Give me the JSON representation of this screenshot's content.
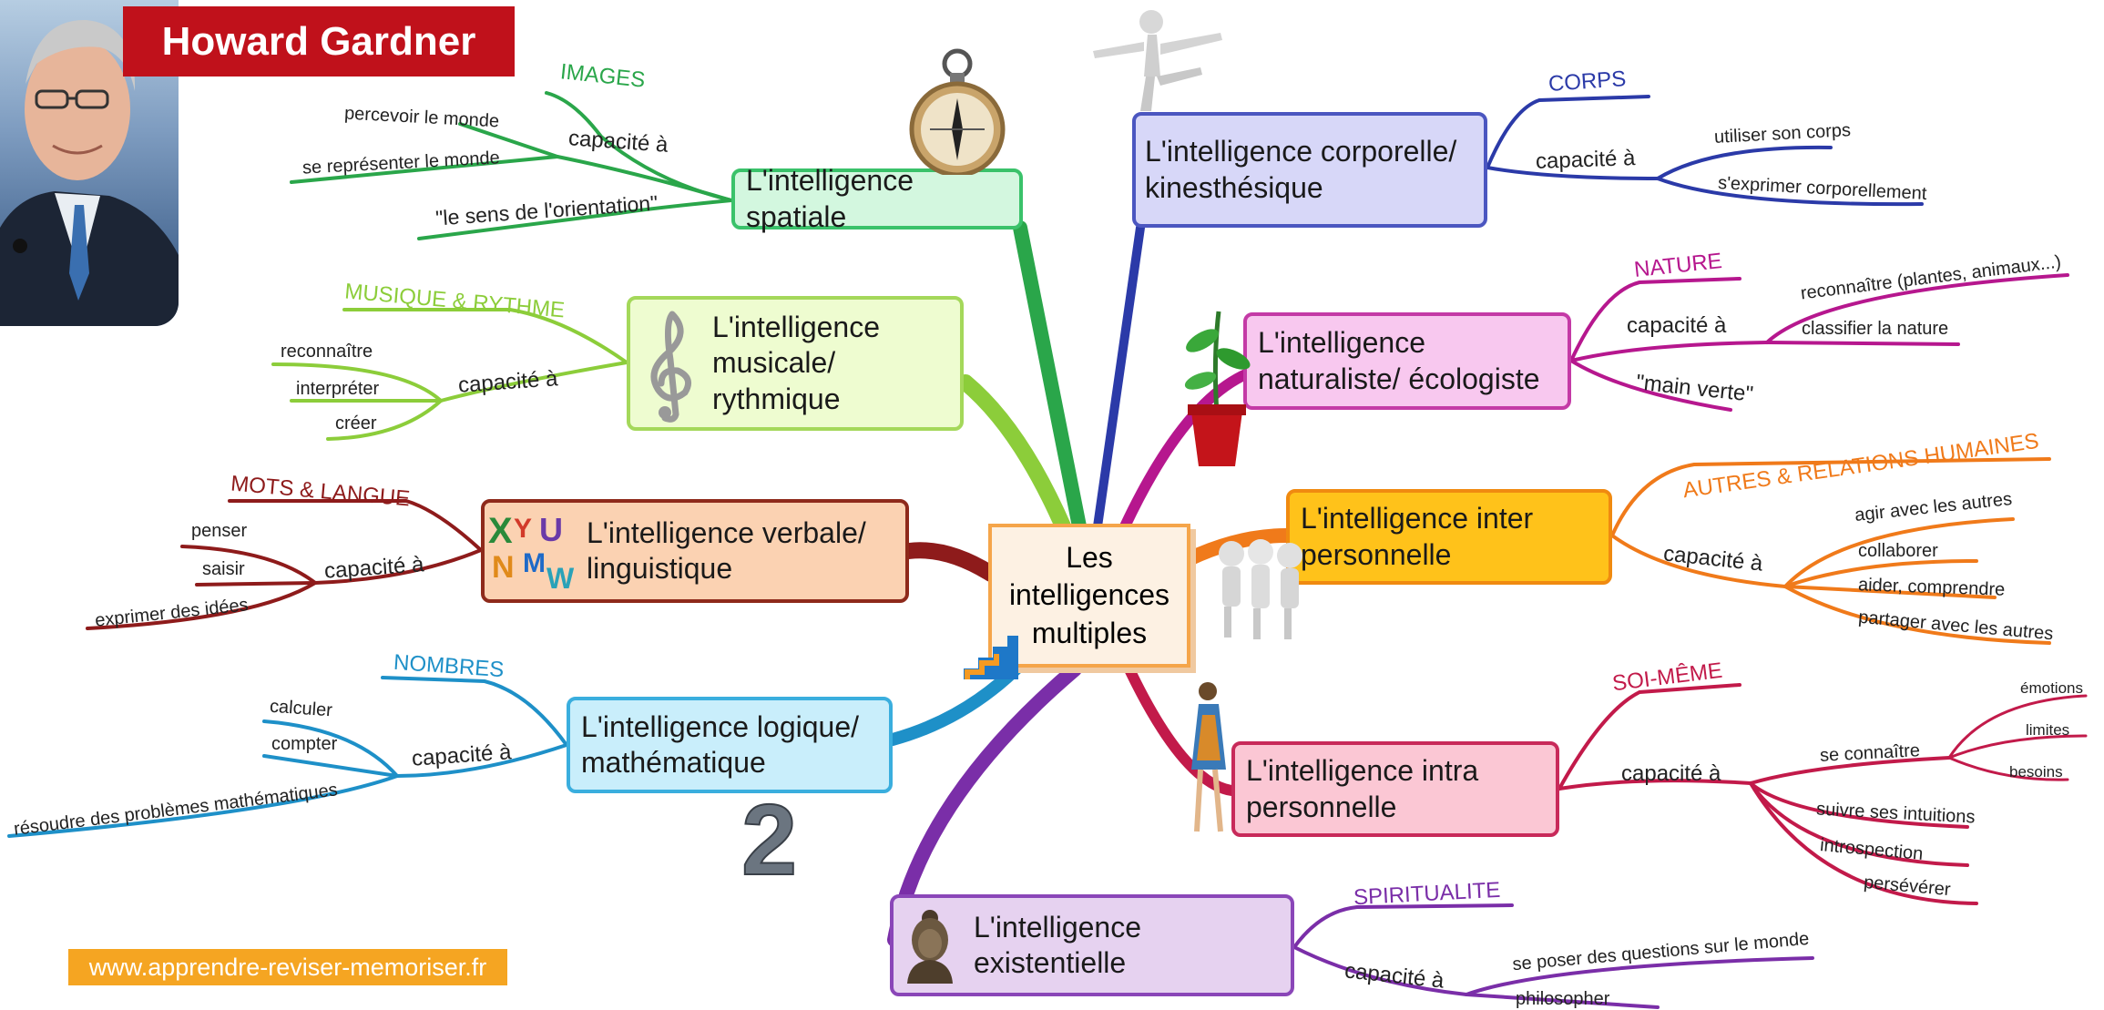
{
  "header": {
    "name": "Howard Gardner"
  },
  "footer": {
    "url": "www.apprendre-reviser-memoriser.fr"
  },
  "center": {
    "title": "Les intelligences\nmultiples"
  },
  "nodes": [
    {
      "title": "L'intelligence spatiale",
      "category": "IMAGES",
      "capacity": "capacité à",
      "items": [
        "percevoir le monde",
        "se représenter le monde"
      ],
      "extra": "\"le sens de l'orientation\"",
      "color": "#2aa64a",
      "bg": "#d3f7df",
      "border": "#3ac26a"
    },
    {
      "title": "L'intelligence\nmusicale/\nrythmique",
      "category": "MUSIQUE & RYTHME",
      "capacity": "capacité à",
      "items": [
        "reconnaître",
        "interpréter",
        "créer"
      ],
      "color": "#8ccd3a",
      "bg": "#eefcd0",
      "border": "#a4d85a"
    },
    {
      "title": "L'intelligence verbale/\nlinguistique",
      "category": "MOTS & LANGUE",
      "capacity": "capacité à",
      "items": [
        "penser",
        "saisir",
        "exprimer des idées"
      ],
      "color": "#8e1b1b",
      "bg": "#fbd2b2",
      "border": "#8e2a1b"
    },
    {
      "title": "L'intelligence logique/\nmathématique",
      "category": "NOMBRES",
      "capacity": "capacité à",
      "items": [
        "calculer",
        "compter",
        "résoudre des problèmes mathématiques"
      ],
      "color": "#1e90c8",
      "bg": "#c9eefb",
      "border": "#3aaede"
    },
    {
      "title": "L'intelligence\nexistentielle",
      "category": "SPIRITUALITE",
      "capacity": "capacité à",
      "items": [
        "se poser des questions sur le monde",
        "philosopher"
      ],
      "color": "#7a2ea8",
      "bg": "#e6d2f0",
      "border": "#8a46b8"
    },
    {
      "title": "L'intelligence corporelle/\nkinesthésique",
      "category": "CORPS",
      "capacity": "capacité à",
      "items": [
        "utiliser son corps",
        "s'exprimer corporellement"
      ],
      "color": "#2b3aa8",
      "bg": "#d7d7f8",
      "border": "#4b56c0"
    },
    {
      "title": "L'intelligence\nnaturaliste/ écologiste",
      "category": "NATURE",
      "capacity": "capacité à",
      "items": [
        "reconnaître (plantes, animaux...)",
        "classifier la nature"
      ],
      "extra": "\"main verte\"",
      "color": "#b6178e",
      "bg": "#f8c8ef",
      "border": "#c43aa6"
    },
    {
      "title": "L'intelligence inter\npersonnelle",
      "category": "AUTRES & RELATIONS HUMAINES",
      "capacity": "capacité à",
      "items": [
        "agir avec les autres",
        "collaborer",
        "aider, comprendre",
        "partager avec les autres"
      ],
      "color": "#f07a1a",
      "bg": "#ffc21a",
      "border": "#f08a10"
    },
    {
      "title": "L'intelligence intra\npersonnelle",
      "category": "SOI-MÊME",
      "capacity": "capacité à",
      "sub": "se connaître",
      "subitems": [
        "émotions",
        "limites",
        "besoins"
      ],
      "items": [
        "suivre ses intuitions",
        "introspection",
        "persévérer"
      ],
      "color": "#c21a4a",
      "bg": "#fbc7d4",
      "border": "#c82a5a"
    }
  ],
  "icons": [
    "compass-icon",
    "treble-clef-icon",
    "letters-icon",
    "number-two-icon",
    "buddha-icon",
    "stretching-figure-icon",
    "potted-plant-icon",
    "group-figures-icon",
    "dancer-icon",
    "stairs-icon"
  ]
}
